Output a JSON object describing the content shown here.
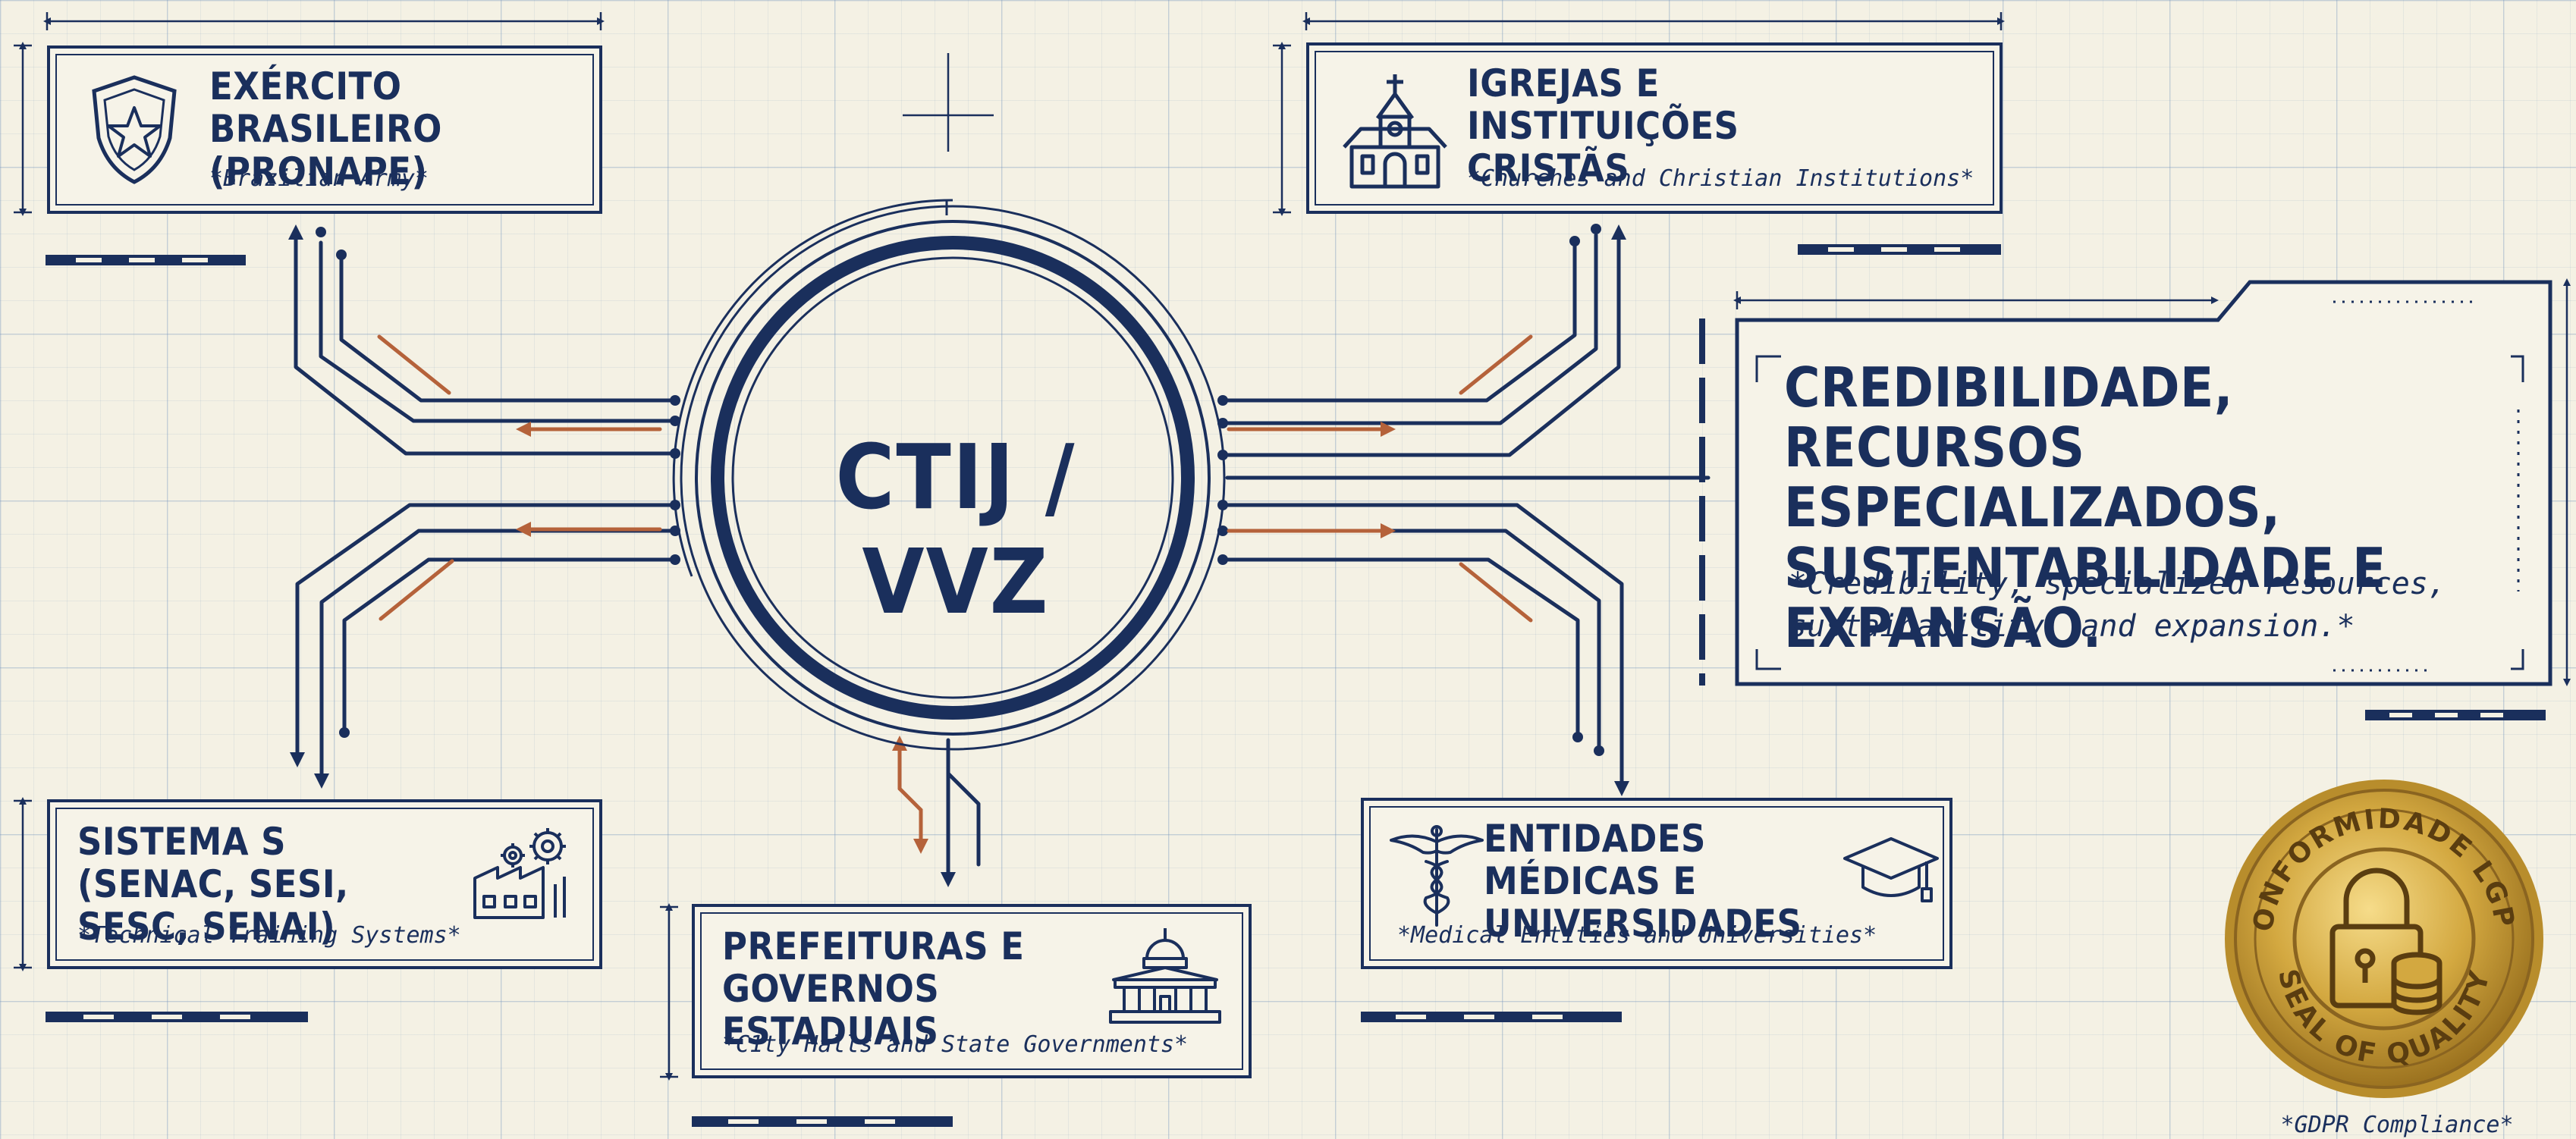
{
  "center": {
    "label": "CTIJ / VVZ"
  },
  "nodes": {
    "army": {
      "title": "EXÉRCITO BRASILEIRO (PRONAPE)",
      "subtitle": "*Brazilian Army*",
      "icon": "shield-star-icon"
    },
    "churches": {
      "title": "IGREJAS E INSTITUIÇÕES CRISTÃS",
      "subtitle": "*Churches and Christian Institutions*",
      "icon": "church-icon"
    },
    "system_s": {
      "title": "SISTEMA S (SENAC, SESI, SESC, SENAI)",
      "subtitle": "*Technical Training Systems*",
      "icon": "factory-gears-icon"
    },
    "city_halls": {
      "title": "PREFEITURAS E GOVERNOS ESTADUAIS",
      "subtitle": "*C1ty Halls and State Governments*",
      "icon": "government-building-icon"
    },
    "medical": {
      "title": "ENTIDADES MÉDICAS E UNIVERSIDADES",
      "subtitle": "*Medical Entities and Universities*",
      "icon": "caduceus-graduation-cap-icon"
    }
  },
  "outcome": {
    "title": "CREDIBILIDADE, RECURSOS ESPECIALIZADOS, SUSTENTABILIDADE E EXPANSÃO.",
    "subtitle": "*Credibility, specialized resources, sustainability, and expansion.*"
  },
  "seal": {
    "top_text": "CONFORMIDADE LGPD",
    "bottom_text": "SEAL OF QUALITY",
    "caption": "*GDPR Compliance*",
    "icon": "padlock-database-icon"
  },
  "colors": {
    "navy": "#1a2f5c",
    "rust": "#b5623a",
    "gold": "#c9a037",
    "paper": "#f4f1e4"
  }
}
